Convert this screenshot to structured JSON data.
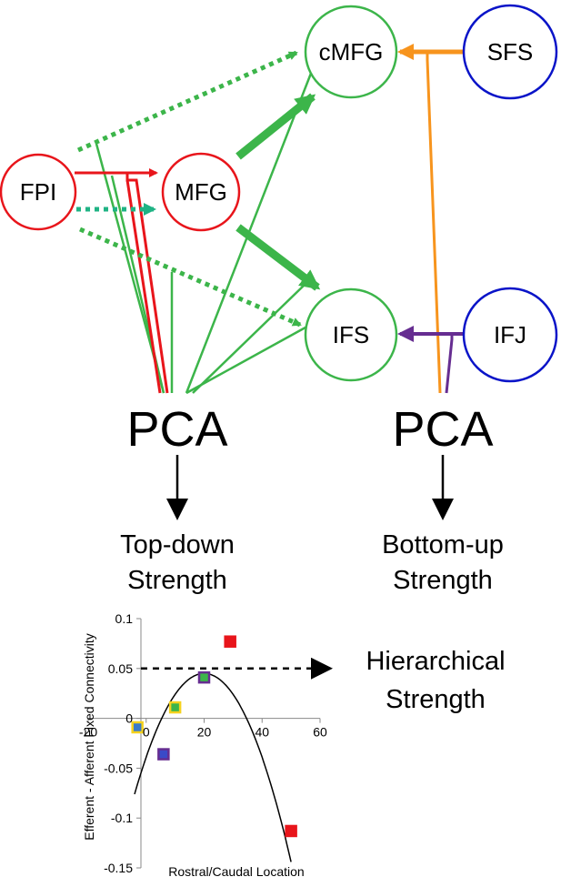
{
  "colors": {
    "red": "#e8151b",
    "green": "#3cb54a",
    "teal": "#1fb384",
    "orange": "#f7941d",
    "blue": "#0a14c8",
    "purple": "#662d91",
    "yellow": "#f5d21e"
  },
  "nodes": {
    "fpi": "FPI",
    "mfg": "MFG",
    "cmfg": "cMFG",
    "ifs": "IFS",
    "sfs": "SFS",
    "ifj": "IFJ"
  },
  "pca_left": "PCA",
  "pca_right": "PCA",
  "top_down": [
    "Top-down",
    "Strength"
  ],
  "bottom_up": [
    "Bottom-up",
    "Strength"
  ],
  "hierarchical": [
    "Hierarchical",
    "Strength"
  ],
  "chart_data": {
    "type": "scatter",
    "ylabel": "Efferent - Afferent Fixed Connectivity",
    "xlabel": "Rostral/Caudal Location",
    "xlim": [
      -20,
      60
    ],
    "ylim": [
      -0.15,
      0.1
    ],
    "x_ticks": [
      "-20",
      "0",
      "20",
      "40",
      "60"
    ],
    "x_tick_values": [
      -20,
      0,
      20,
      40,
      60
    ],
    "y_ticks": [
      "0.1",
      "0.05",
      "0",
      "-0.05",
      "-0.1",
      "-0.15"
    ],
    "y_tick_values": [
      0.1,
      0.05,
      0,
      -0.05,
      -0.1,
      -0.15
    ],
    "points": [
      {
        "x": -3,
        "y": -0.009,
        "fill": "#3a7ac8",
        "border": "#f5d21e"
      },
      {
        "x": 10,
        "y": 0.011,
        "fill": "#3cb54a",
        "border": "#f5d21e"
      },
      {
        "x": 20,
        "y": 0.041,
        "fill": "#3cb54a",
        "border": "#662d91"
      },
      {
        "x": 6,
        "y": -0.036,
        "fill": "#3a4ac8",
        "border": "#662d91"
      },
      {
        "x": 29,
        "y": 0.077,
        "fill": "#e8151b",
        "border": "#e8151b"
      },
      {
        "x": 50,
        "y": -0.113,
        "fill": "#e8151b",
        "border": "#e8151b"
      }
    ],
    "fit_curve": {
      "type": "quadratic",
      "coefficients": [
        -0.039,
        0.0084,
        -0.00021
      ],
      "x_range": [
        -4,
        50
      ]
    },
    "reference_line": {
      "y": 0.05,
      "style": "dashed"
    }
  }
}
